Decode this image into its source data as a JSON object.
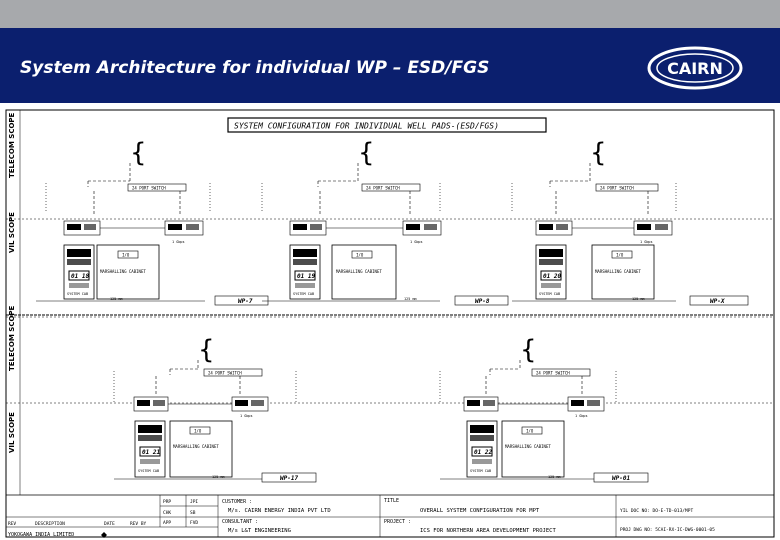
{
  "header": {
    "title": "System Architecture for individual WP – ESD/FGS",
    "logo_text": "CAIRN",
    "bg_color": "#0b1f6e",
    "strip_color": "#a7a9ac"
  },
  "drawing": {
    "sheet_title": "SYSTEM CONFIGURATION FOR INDIVIDUAL WELL PADS-(ESD/FGS)",
    "scope_labels": {
      "telecom_upper": "TELECOM SCOPE",
      "vil_upper": "VIL SCOPE",
      "telecom_lower": "TELECOM SCOPE",
      "vil_lower": "VIL SCOPE"
    },
    "pad_labels": {
      "wp_a": "WP-7",
      "wp_b": "WP-8",
      "wp_c": "WP-X",
      "wp_d": "WP-17",
      "wp_e": "WP-01"
    },
    "cabinet_ids": {
      "a": "01 18",
      "b": "01 19",
      "c": "01 20",
      "d": "01 21",
      "e": "01 22"
    },
    "box_texts": {
      "switch": "24 PORT SWITCH",
      "marshalling": "MARSHALLING CABINET",
      "sys_cab": "SYSTEM CAB",
      "io_text": "I/O",
      "cable": "125 mm",
      "speed": "1 Gbps"
    },
    "title_block": {
      "rev": "REV",
      "description": "DESCRIPTION",
      "date": "DATE",
      "rev_by": "REV BY",
      "prp": "PRP",
      "chk": "CHK",
      "app": "APP",
      "prp_val": "JPI",
      "chk_val": "SB",
      "app_val": "FVD",
      "customer_label": "CUSTOMER :",
      "customer": "M/s. CAIRN ENERGY INDIA PVT LTD",
      "consultant_label": "CONSULTANT :",
      "consultant": "M/s L&T ENGINEERING",
      "title_label": "TITLE",
      "title": "OVERALL SYSTEM CONFIGURATION FOR MPT",
      "project_label": "PROJECT :",
      "project": "ICS FOR NORTHERN AREA DEVELOPMENT PROJECT",
      "yil_doc": "YIL DOC NO: DO-E-TD-013/MPT",
      "proj_dwg": "PROJ DWG NO: 5CAI-RX-IC-DWG-0001-05",
      "company": "YOKOGAWA INDIA LIMITED"
    }
  }
}
